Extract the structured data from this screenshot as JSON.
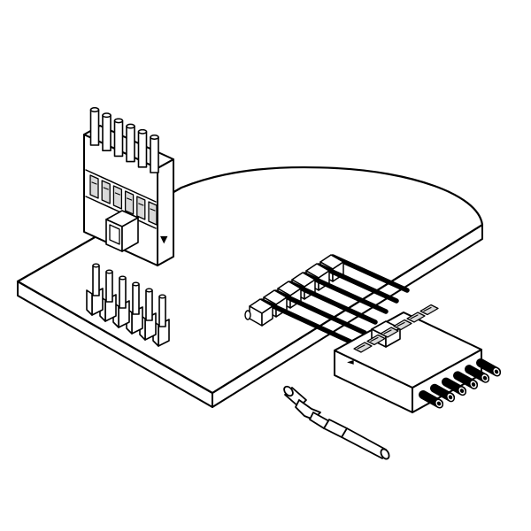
{
  "drawing": {
    "subject": "",
    "line_color": "#000000",
    "fill_color": "#ffffff",
    "shade_color": "#d9d9d9",
    "marks": {
      "polarity_arrow": "▼",
      "polarity_arrow_alt": "◄"
    },
    "parts": [
      {
        "id": "pcb",
        "icon": "circuit-board-icon"
      },
      {
        "id": "vertical-housing",
        "pin_count": 6,
        "icon": "connector-housing-icon"
      },
      {
        "id": "vertical-header",
        "pin_count": 6,
        "icon": "pin-header-icon"
      },
      {
        "id": "right-angle-header",
        "pin_count": 6,
        "icon": "pin-header-icon"
      },
      {
        "id": "horizontal-housing",
        "pin_count": 6,
        "icon": "connector-housing-icon"
      },
      {
        "id": "crimp-terminal",
        "icon": "crimp-terminal-icon"
      }
    ]
  }
}
